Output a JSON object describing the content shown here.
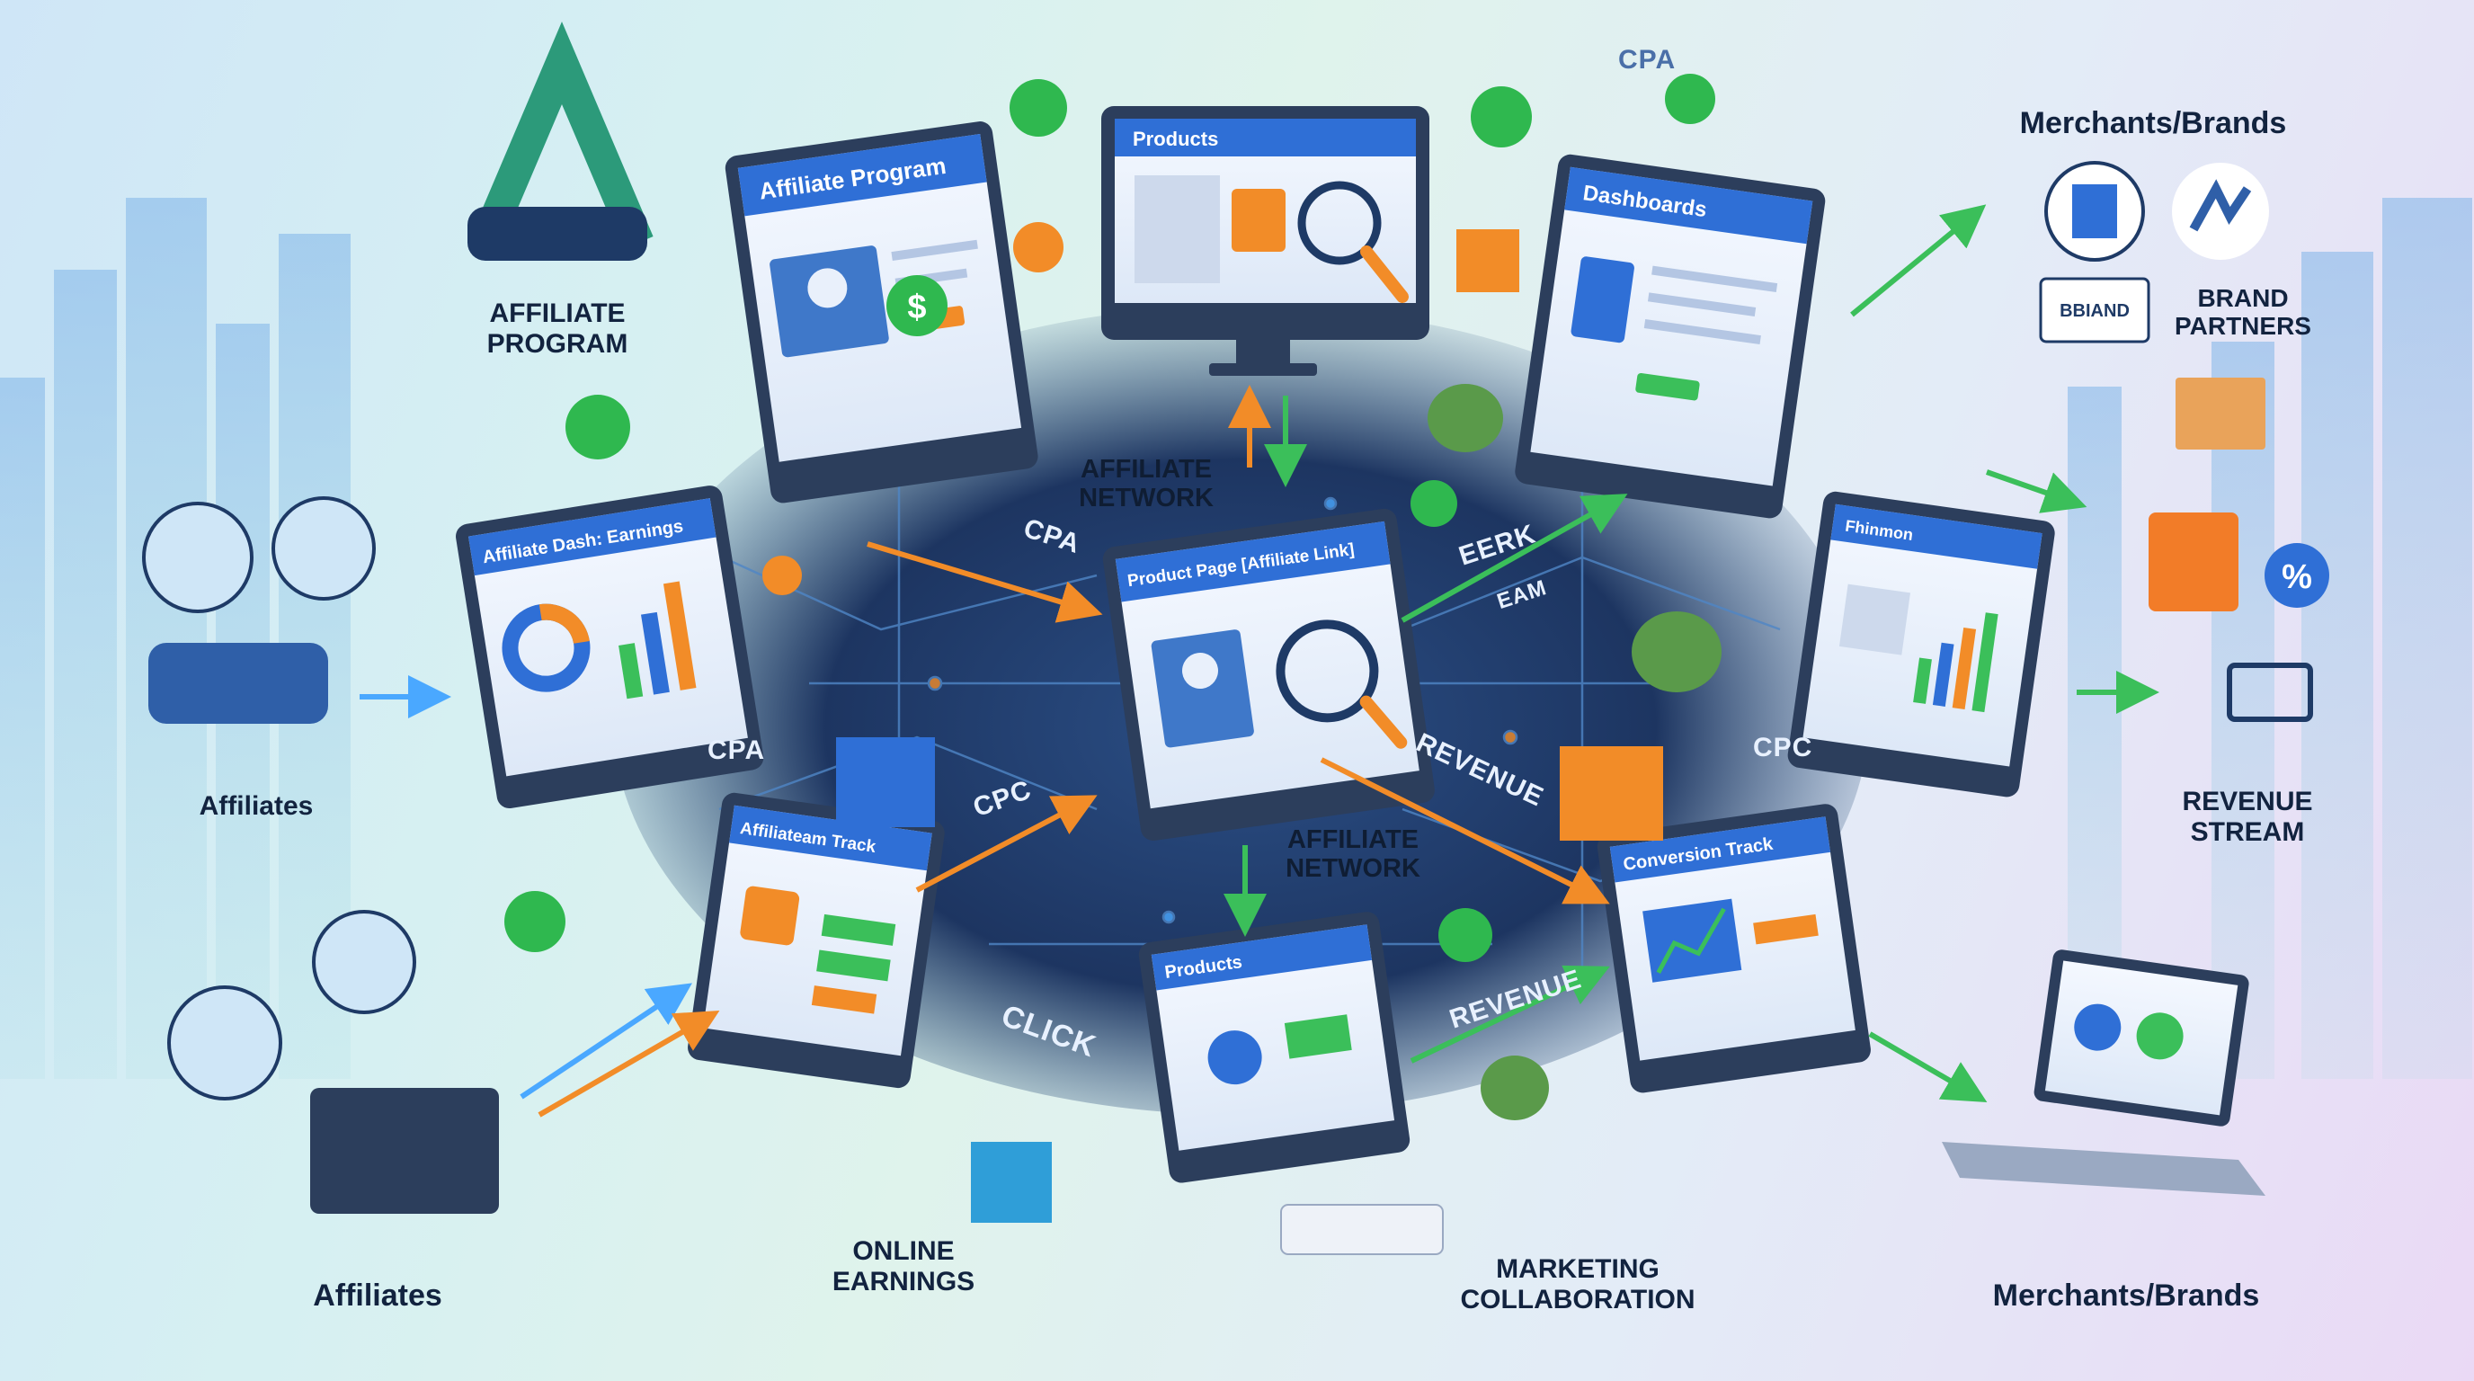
{
  "labels": {
    "affiliate_program": "AFFILIATE\nPROGRAM",
    "affiliates_top": "Affiliates",
    "affiliates_bottom": "Affiliates",
    "merchants_top": "Merchants/Brands",
    "merchants_bottom": "Merchants/Brands",
    "brand_partners": "BRAND\nPARTNERS",
    "revenue_stream": "REVENUE\nSTREAM",
    "online_earnings": "ONLINE\nEARNINGS",
    "marketing_collaboration": "MARKETING\nCOLLABORATION",
    "affiliate_network_top": "AFFILIATE\nNETWORK",
    "affiliate_network_center": "AFFILIATE\nNETWORK"
  },
  "screens": {
    "affiliate_program": "Affiliate Program",
    "products_top": "Products",
    "dashboards": "Dashboards",
    "affiliate_dash": "Affiliate Dash: Earnings",
    "product_page": "Product Page [Affiliate Link]",
    "right_screen": "Fhinmon",
    "affiliate_track": "Affiliateam Track",
    "products_bottom": "Products",
    "conversion_track": "Conversion Track"
  },
  "flow_labels": {
    "cpa_1": "CPA",
    "cpa_2": "CPA",
    "cpa_3": "CPA",
    "cpc_1": "CPC",
    "cpc_2": "CPC",
    "eerk": "EERK",
    "eam": "EAM",
    "revenue_1": "REVENUE",
    "revenue_2": "REVENUE",
    "click": "CLICK"
  },
  "logos": {
    "brand_box": "BBIAND"
  },
  "icons": [
    "dollar-coin-icon",
    "money-bag-icon",
    "gift-box-icon",
    "shopping-bag-icon",
    "shopping-cart-icon",
    "percent-icon",
    "handshake-icon",
    "magnifier-icon",
    "building-icon",
    "package-box-icon"
  ],
  "colors": {
    "network_dark": "#1d3561",
    "monitor_frame": "#2c3e5c",
    "screen_header": "#2f6fd6",
    "arrow_green": "#3bbf5a",
    "arrow_orange": "#f28c28",
    "arrow_blue": "#4aa8ff",
    "coin_green": "#2fb84f"
  }
}
